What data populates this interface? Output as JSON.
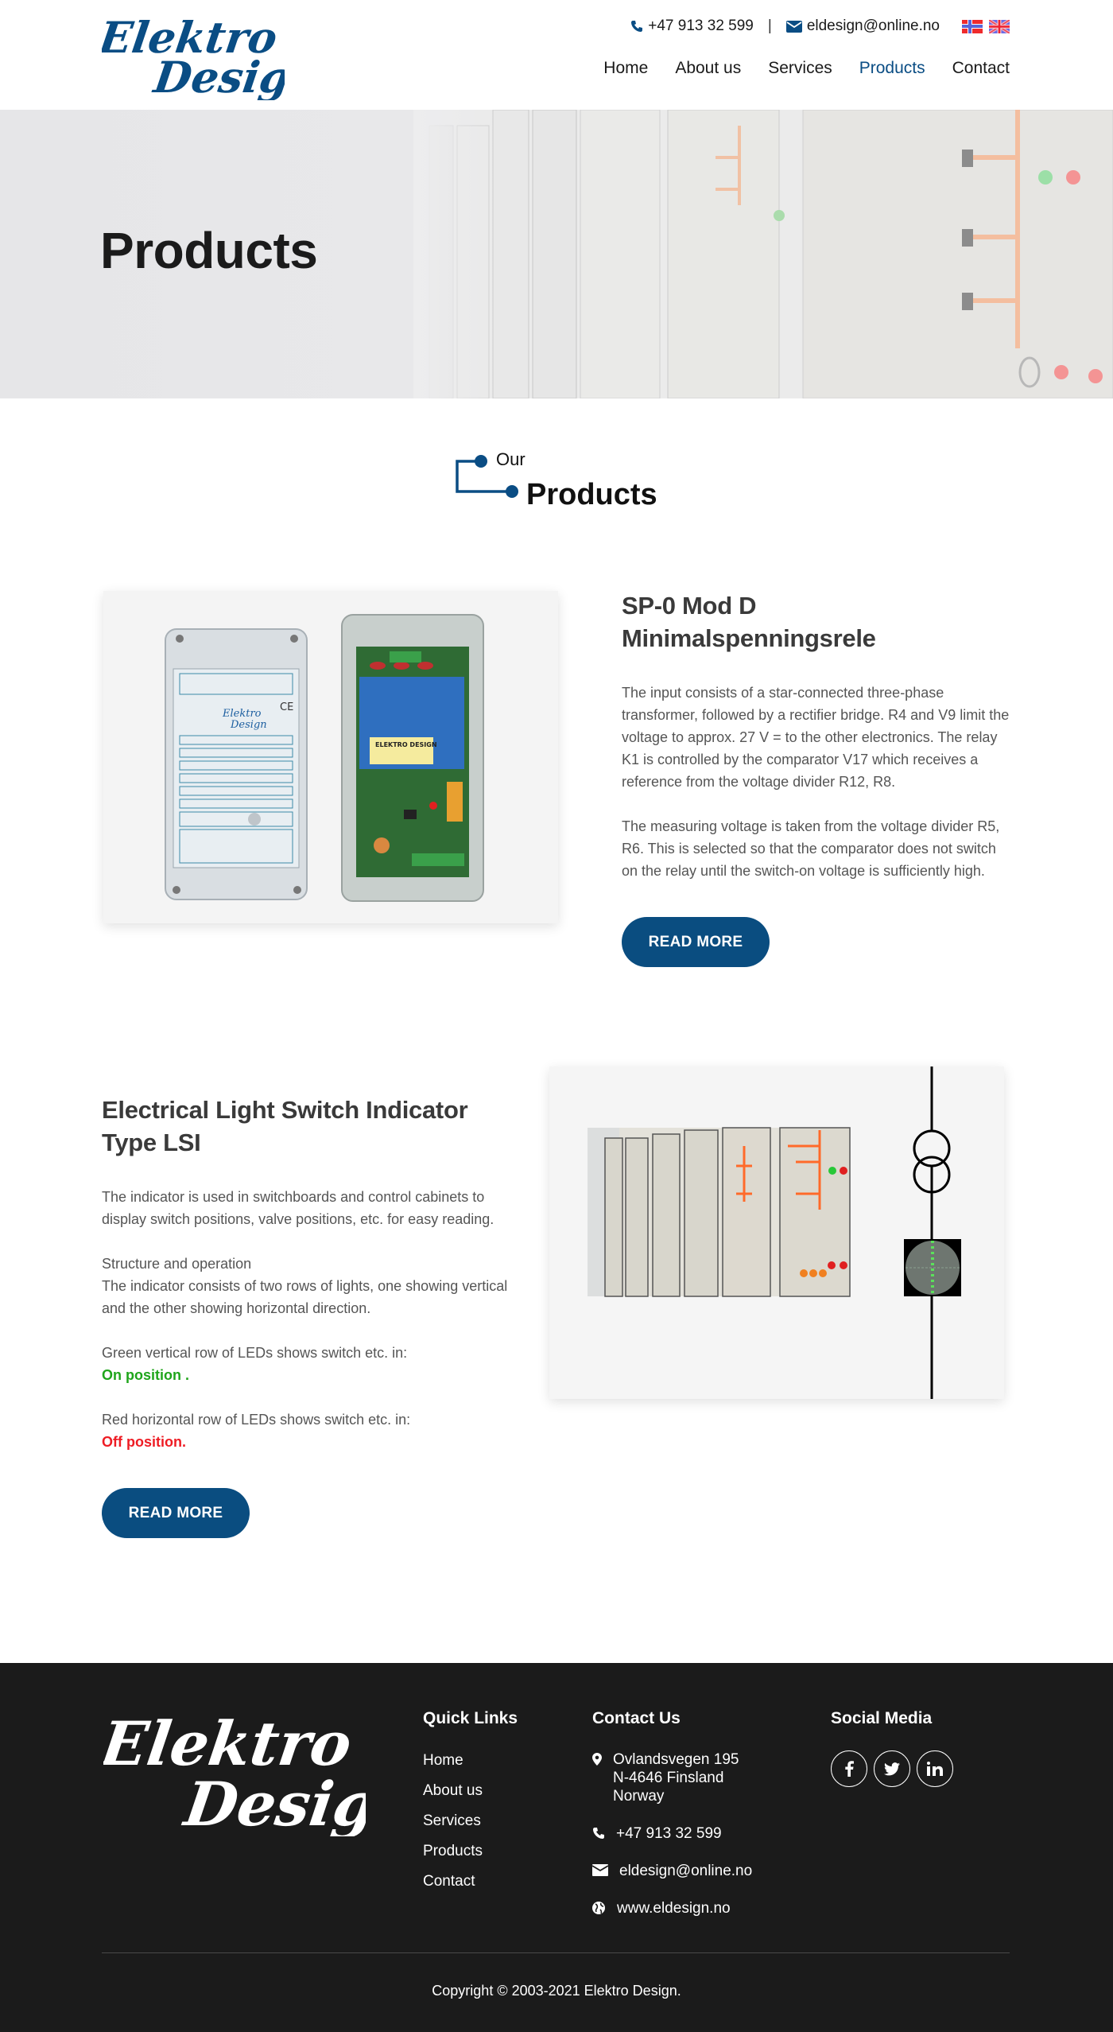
{
  "header": {
    "logo_alt": "Elektro Design",
    "phone": "+47 913 32 599",
    "separator": "|",
    "email": "eldesign@online.no",
    "languages": [
      {
        "code": "no",
        "label": "Norwegian flag"
      },
      {
        "code": "en",
        "label": "English flag"
      }
    ],
    "nav": [
      {
        "label": "Home",
        "active": false
      },
      {
        "label": "About us",
        "active": false
      },
      {
        "label": "Services",
        "active": false
      },
      {
        "label": "Products",
        "active": true
      },
      {
        "label": "Contact",
        "active": false
      }
    ]
  },
  "hero": {
    "title": "Products"
  },
  "section_heading": {
    "small": "Our",
    "large": "Products"
  },
  "products": [
    {
      "title": "SP-0 Mod D Minimalspenningsrele",
      "paragraphs": [
        "The input consists of a star-connected three-phase transformer, followed by a rectifier bridge. R4 and V9 limit the voltage to approx. 27 V = to the other electronics. The relay K1 is controlled by the comparator V17 which receives a reference from the voltage divider R12, R8.",
        "The measuring voltage is taken from the voltage divider R5, R6. This is selected so that the comparator does not switch on the relay until the switch-on voltage is sufficiently high."
      ],
      "button": "READ MORE"
    },
    {
      "title": "Electrical Light Switch Indicator Type LSI",
      "intro": "The indicator is used in switchboards and control cabinets to display switch positions, valve positions, etc. for easy reading.",
      "structure_heading": "Structure and operation",
      "structure_text": "The indicator consists of two rows of lights, one showing vertical and the other showing horizontal direction.",
      "green_text": "Green vertical row of LEDs shows switch etc. in:",
      "green_status": "On position .",
      "red_text": "Red horizontal row of LEDs shows switch etc. in:",
      "red_status": "Off position.",
      "button": "READ MORE"
    }
  ],
  "footer": {
    "quick_links_title": "Quick Links",
    "quick_links": [
      "Home",
      "About us",
      "Services",
      "Products",
      "Contact"
    ],
    "contact_title": "Contact Us",
    "address_line1": "Ovlandsvegen 195",
    "address_line2": "N-4646 Finsland",
    "address_line3": "Norway",
    "phone": "+47 913 32 599",
    "email": "eldesign@online.no",
    "website": "www.eldesign.no",
    "social_title": "Social Media",
    "social": [
      {
        "name": "facebook",
        "glyph": "f"
      },
      {
        "name": "twitter",
        "glyph": "t"
      },
      {
        "name": "linkedin",
        "glyph": "in"
      }
    ],
    "copyright": "Copyright © 2003-2021 Elektro Design."
  },
  "colors": {
    "brand_blue": "#0a4d80",
    "footer_bg": "#1b1b1b",
    "on_green": "#1fa51b",
    "off_red": "#ee1c24"
  }
}
